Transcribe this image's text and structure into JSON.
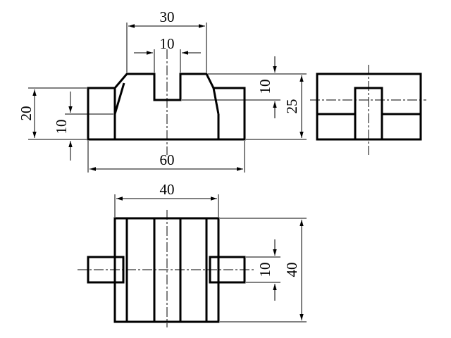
{
  "dimensions": {
    "front_overall_width": "30",
    "front_slot_width": "10",
    "front_slot_depth": "10",
    "front_total_height": "25",
    "front_base_height": "20",
    "front_inner_height": "10",
    "front_base_width": "60",
    "top_width": "40",
    "top_depth": "40",
    "top_boss_width": "10"
  },
  "colors": {
    "line": "#000000",
    "background": "#ffffff"
  }
}
